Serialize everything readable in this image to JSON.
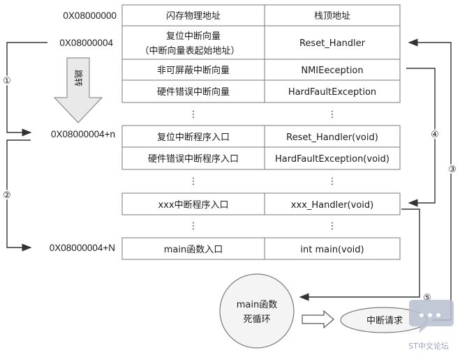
{
  "addresses": {
    "a0": "0X08000000",
    "a4": "0X08000004",
    "an": "0X08000004+n",
    "aN": "0X08000004+N"
  },
  "table_top": {
    "header": [
      "闪存物理地址",
      "栈顶地址"
    ],
    "rows": [
      [
        "复位中断向量",
        "（中断向量表起始地址）",
        "Reset_Handler"
      ],
      [
        "非可屏蔽中断向量",
        "",
        "NMIEeception"
      ],
      [
        "硬件错误中断向量",
        "",
        "HardFaultException"
      ]
    ]
  },
  "table_mid": {
    "rows": [
      [
        "复位中断程序入口",
        "Reset_Handler(void)"
      ],
      [
        "硬件错误中断程序入口",
        "HardFaultException(void)"
      ]
    ]
  },
  "row_xxx": [
    "xxx中断程序入口",
    "xxx_Handler(void)"
  ],
  "row_main": [
    "main函数入口",
    "int main(void)"
  ],
  "ellipsis": "⋮",
  "jump_arrow_label": "跳转",
  "steps": [
    "①",
    "②",
    "③",
    "④",
    "⑤"
  ],
  "main_loop": [
    "main函数",
    "死循环"
  ],
  "interrupt_request": "中断请求",
  "watermark": "ST中文论坛",
  "colors": {
    "border": "#7a7a7a",
    "line": "#333333",
    "arrow_fill": "#e9e9e9",
    "circle_fill": "#f4f4f4",
    "watermark": "#9aa4b8"
  }
}
